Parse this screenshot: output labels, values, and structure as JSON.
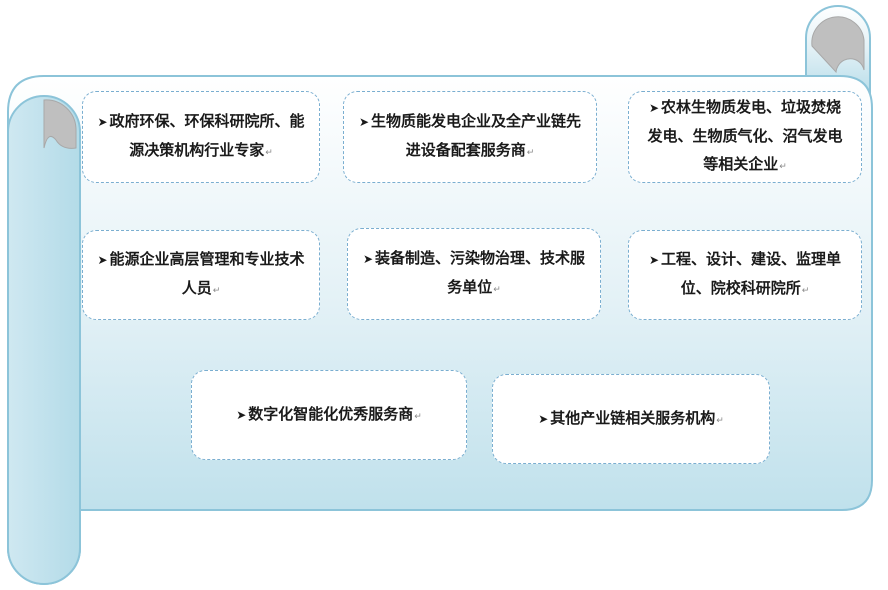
{
  "colors": {
    "scroll_fill_top": "#ffffff",
    "scroll_fill_bottom": "#b3dbe8",
    "scroll_border": "#8cc4d9",
    "curl_gray": "#bfbfbf",
    "box_border": "#7aaed0"
  },
  "boxes": [
    {
      "label": "政府环保、环保科研院所、能源决策机构行业专家"
    },
    {
      "label": "生物质能发电企业及全产业链先进设备配套服务商"
    },
    {
      "label": "农林生物质发电、垃圾焚烧发电、生物质气化、沼气发电等相关企业"
    },
    {
      "label": "能源企业高层管理和专业技术人员"
    },
    {
      "label": "装备制造、污染物治理、技术服务单位"
    },
    {
      "label": "工程、设计、建设、监理单位、院校科研院所"
    },
    {
      "label": "数字化智能化优秀服务商"
    },
    {
      "label": "其他产业链相关服务机构"
    }
  ]
}
